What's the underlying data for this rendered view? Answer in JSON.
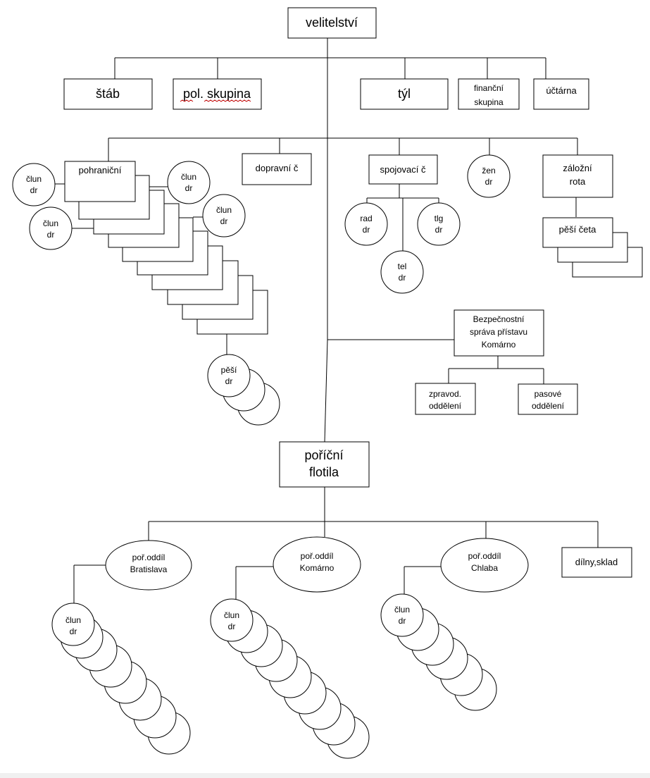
{
  "nodes": {
    "velitelstvi": "velitelství",
    "stab": "štáb",
    "pol_skupina": "pol. skupina",
    "tyl": "týl",
    "financni_1": "finanční",
    "financni_2": "skupina",
    "uctarna": "účtárna",
    "pohranicni": "pohraniční",
    "dopravni": "dopravní č",
    "spojovaci": "spojovací č",
    "zen_1": "žen",
    "zen_2": "dr",
    "zalozni_1": "záložní",
    "zalozni_2": "rota",
    "pesi_ceta": "pěší četa",
    "clun_1": "člun",
    "clun_2": "dr",
    "rad_1": "rad",
    "rad_2": "dr",
    "tlg_1": "tlg",
    "tlg_2": "dr",
    "tel_1": "tel",
    "tel_2": "dr",
    "pesi_1": "pěší",
    "pesi_2": "dr",
    "bezpecnostni_1": "Bezpečnostní",
    "bezpecnostni_2": "správa přístavu",
    "bezpecnostni_3": "Komárno",
    "zpravod_1": "zpravod.",
    "zpravod_2": "oddělení",
    "pasove_1": "pasové",
    "pasove_2": "oddělení",
    "poricni_1": "poříční",
    "poricni_2": "flotila",
    "por_oddil": "poř.oddíl",
    "bratislava": "Bratislava",
    "komarno": "Komárno",
    "chlaba": "Chlaba",
    "dilny": "dílny,sklad"
  }
}
